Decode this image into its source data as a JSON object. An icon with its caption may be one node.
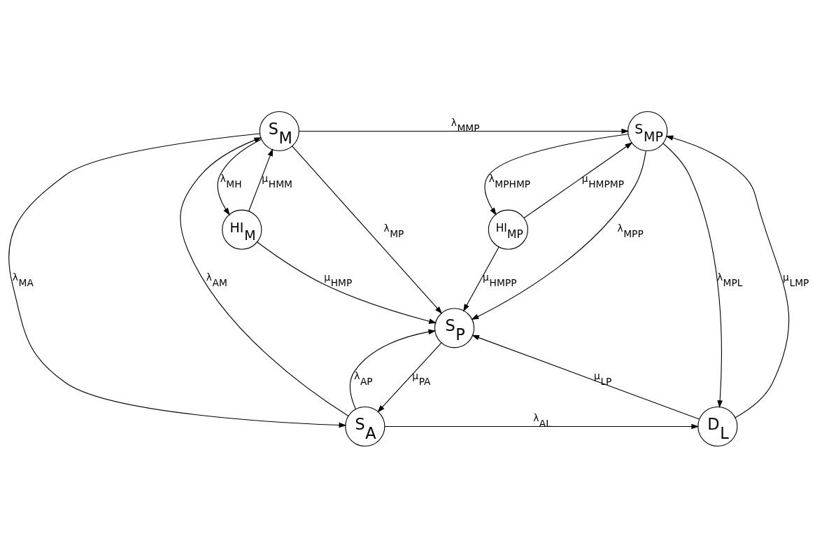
{
  "diagram": {
    "nodes": [
      {
        "text": [
          "S$_{M}$"
        ]
      },
      {
        "text": [
          "S$_{MP}$"
        ]
      },
      {
        "text": [
          "HI$_{M}$"
        ]
      },
      {
        "text": [
          "HI$_{MP}$"
        ]
      },
      {
        "text": [
          "S$_{P}$"
        ]
      },
      {
        "text": [
          "S$_{A}$"
        ]
      },
      {
        "text": [
          "D$_{L}$"
        ]
      }
    ],
    "edges": [
      {
        "from": 0,
        "to": 1,
        "arrow": "to",
        "label": "λ$_{MMP}$"
      },
      {
        "from": 0,
        "to": 2,
        "arrow": "to",
        "label": "λ$_{MH}$"
      },
      {
        "from": 2,
        "to": 0,
        "arrow": "to",
        "label": "μ$_{HMM}$"
      },
      {
        "from": 0,
        "to": 4,
        "arrow": "to",
        "label": "λ$_{MP}$"
      },
      {
        "from": 0,
        "to": 5,
        "arrow": "to",
        "label": "λ$_{MA}$"
      },
      {
        "from": 5,
        "to": 0,
        "arrow": "to",
        "label": "λ$_{AM}$"
      },
      {
        "from": 1,
        "to": 3,
        "arrow": "to",
        "label": "λ$_{MPHMP}$"
      },
      {
        "from": 3,
        "to": 1,
        "arrow": "to",
        "label": "μ$_{HMPMP}$"
      },
      {
        "from": 1,
        "to": 4,
        "arrow": "to",
        "label": "λ$_{MPP}$"
      },
      {
        "from": 1,
        "to": 6,
        "arrow": "to",
        "label": "λ$_{MPL}$"
      },
      {
        "from": 6,
        "to": 1,
        "arrow": "to",
        "label": "μ$_{LMP}$"
      },
      {
        "from": 2,
        "to": 4,
        "arrow": "to",
        "label": "μ$_{HMP}$"
      },
      {
        "from": 3,
        "to": 4,
        "arrow": "to",
        "label": "μ$_{HMPP}$"
      },
      {
        "from": 5,
        "to": 4,
        "arrow": "to",
        "label": "λ$_{AP}$"
      },
      {
        "from": 4,
        "to": 5,
        "arrow": "to",
        "label": "μ$_{PA}$"
      },
      {
        "from": 6,
        "to": 4,
        "arrow": "to",
        "label": "μ$_{LP}$"
      },
      {
        "from": 5,
        "to": 6,
        "arrow": "to",
        "label": "λ$_{AL}$"
      }
    ]
  }
}
